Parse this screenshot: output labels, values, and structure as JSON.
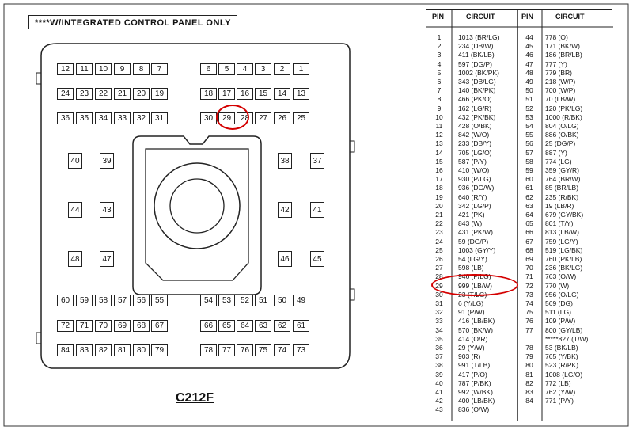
{
  "note": "****W/INTEGRATED CONTROL PANEL ONLY",
  "connector_code": "C212F",
  "highlight_color": "#d40000",
  "connector": {
    "top_rows": [
      [
        "12",
        "11",
        "10",
        "9",
        "8",
        "7",
        "6",
        "5",
        "4",
        "3",
        "2",
        "1"
      ],
      [
        "24",
        "23",
        "22",
        "21",
        "20",
        "19",
        "18",
        "17",
        "16",
        "15",
        "14",
        "13"
      ],
      [
        "36",
        "35",
        "34",
        "33",
        "32",
        "31",
        "30",
        "29",
        "28",
        "27",
        "26",
        "25"
      ]
    ],
    "side_pairs": [
      [
        "40",
        "39",
        "38",
        "37"
      ],
      [
        "44",
        "43",
        "42",
        "41"
      ],
      [
        "48",
        "47",
        "46",
        "45"
      ]
    ],
    "bottom_rows": [
      [
        "60",
        "59",
        "58",
        "57",
        "56",
        "55",
        "54",
        "53",
        "52",
        "51",
        "50",
        "49"
      ],
      [
        "72",
        "71",
        "70",
        "69",
        "68",
        "67",
        "66",
        "65",
        "64",
        "63",
        "62",
        "61"
      ],
      [
        "84",
        "83",
        "82",
        "81",
        "80",
        "79",
        "78",
        "77",
        "76",
        "75",
        "74",
        "73"
      ]
    ]
  },
  "table": {
    "headers": [
      "PIN",
      "CIRCUIT",
      "PIN",
      "CIRCUIT"
    ],
    "left": [
      [
        "1",
        "1013 (BR/LG)"
      ],
      [
        "2",
        "234 (DB/W)"
      ],
      [
        "3",
        "411 (BK/LB)"
      ],
      [
        "4",
        "597 (DG/P)"
      ],
      [
        "5",
        "1002 (BK/PK)"
      ],
      [
        "6",
        "343 (DB/LG)"
      ],
      [
        "7",
        "140 (BK/PK)"
      ],
      [
        "8",
        "466 (PK/O)"
      ],
      [
        "9",
        "162 (LG/R)"
      ],
      [
        "10",
        "432 (PK/BK)"
      ],
      [
        "11",
        "428 (O/BK)"
      ],
      [
        "12",
        "842 (W/O)"
      ],
      [
        "13",
        "233 (DB/Y)"
      ],
      [
        "14",
        "705 (LG/O)"
      ],
      [
        "15",
        "587 (P/Y)"
      ],
      [
        "16",
        "410 (W/O)"
      ],
      [
        "17",
        "930 (P/LG)"
      ],
      [
        "18",
        "936 (DG/W)"
      ],
      [
        "19",
        "640 (R/Y)"
      ],
      [
        "20",
        "342 (LG/P)"
      ],
      [
        "21",
        "421 (PK)"
      ],
      [
        "22",
        "843 (W)"
      ],
      [
        "23",
        "431 (PK/W)"
      ],
      [
        "24",
        "59 (DG/P)"
      ],
      [
        "25",
        "1003 (GY/Y)"
      ],
      [
        "26",
        "54 (LG/Y)"
      ],
      [
        "27",
        "598 (LB)"
      ],
      [
        "28",
        "946 (P/LG)"
      ],
      [
        "29",
        "999 (LB/W)"
      ],
      [
        "30",
        "23 (T/LG)"
      ],
      [
        "31",
        "6 (Y/LG)"
      ],
      [
        "32",
        "91 (P/W)"
      ],
      [
        "33",
        "416 (LB/BK)"
      ],
      [
        "34",
        "570 (BK/W)"
      ],
      [
        "35",
        "414 (O/R)"
      ],
      [
        "36",
        "29 (Y/W)"
      ],
      [
        "37",
        "903 (R)"
      ],
      [
        "38",
        "991 (T/LB)"
      ],
      [
        "39",
        "417 (P/O)"
      ],
      [
        "40",
        "787 (P/BK)"
      ],
      [
        "41",
        "992 (W/BK)"
      ],
      [
        "42",
        "400 (LB/BK)"
      ],
      [
        "43",
        "836 (O/W)"
      ]
    ],
    "right": [
      [
        "44",
        "778 (O)"
      ],
      [
        "45",
        "171 (BK/W)"
      ],
      [
        "46",
        "186 (BR/LB)"
      ],
      [
        "47",
        "777 (Y)"
      ],
      [
        "48",
        "779 (BR)"
      ],
      [
        "49",
        "218 (W/P)"
      ],
      [
        "50",
        "700 (W/P)"
      ],
      [
        "51",
        "70 (LB/W)"
      ],
      [
        "52",
        "120 (PK/LG)"
      ],
      [
        "53",
        "1000 (R/BK)"
      ],
      [
        "54",
        "804 (O/LG)"
      ],
      [
        "55",
        "886 (O/BK)"
      ],
      [
        "56",
        "25 (DG/P)"
      ],
      [
        "57",
        "887 (Y)"
      ],
      [
        "58",
        "774 (LG)"
      ],
      [
        "59",
        "359 (GY/R)"
      ],
      [
        "60",
        "764 (BR/W)"
      ],
      [
        "61",
        "85 (BR/LB)"
      ],
      [
        "62",
        "235 (R/BK)"
      ],
      [
        "63",
        "19 (LB/R)"
      ],
      [
        "64",
        "679 (GY/BK)"
      ],
      [
        "65",
        "801 (T/Y)"
      ],
      [
        "66",
        "813 (LB/W)"
      ],
      [
        "67",
        "759 (LG/Y)"
      ],
      [
        "68",
        "519 (LG/BK)"
      ],
      [
        "69",
        "760 (PK/LB)"
      ],
      [
        "70",
        "236 (BK/LG)"
      ],
      [
        "71",
        "763 (O/W)"
      ],
      [
        "72",
        "770 (W)"
      ],
      [
        "73",
        "956 (O/LG)"
      ],
      [
        "74",
        "569 (DG)"
      ],
      [
        "75",
        "511 (LG)"
      ],
      [
        "76",
        "109 (P/W)"
      ],
      [
        "77",
        "800 (GY/LB)"
      ],
      [
        "",
        "*****827 (T/W)"
      ],
      [
        "78",
        "53 (BK/LB)"
      ],
      [
        "79",
        "765 (Y/BK)"
      ],
      [
        "80",
        "523 (R/PK)"
      ],
      [
        "81",
        "1008 (LG/O)"
      ],
      [
        "82",
        "772 (LB)"
      ],
      [
        "83",
        "762 (Y/W)"
      ],
      [
        "84",
        "771 (P/Y)"
      ]
    ]
  }
}
